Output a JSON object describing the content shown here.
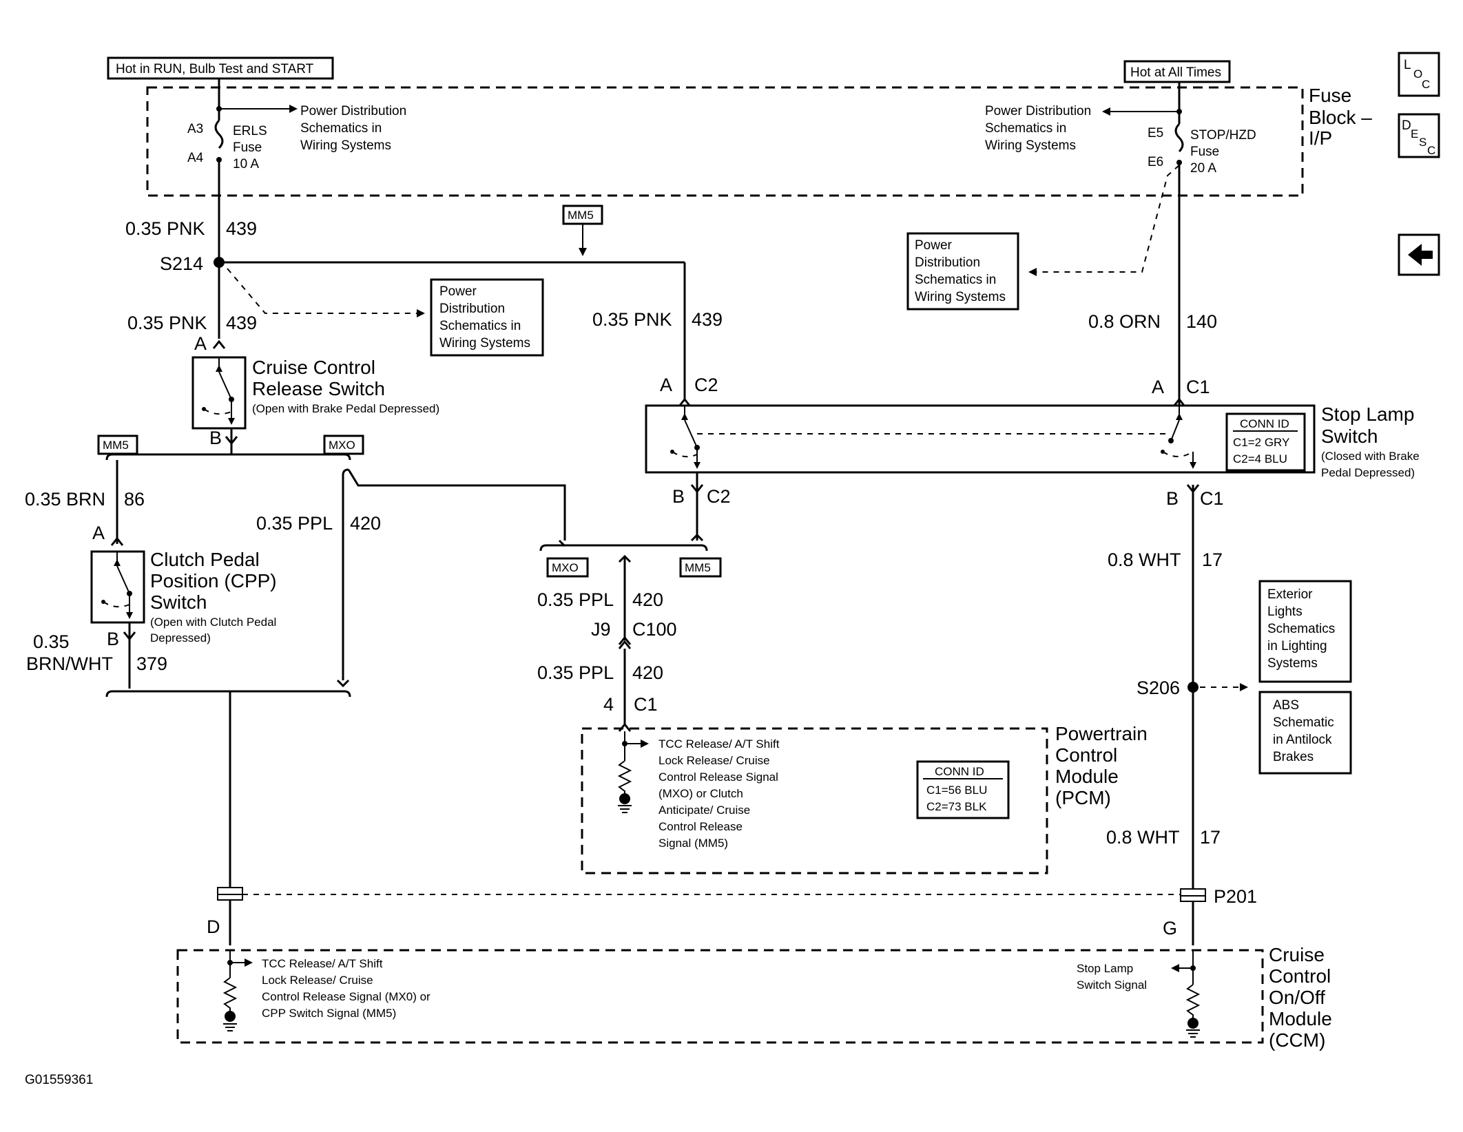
{
  "sources": {
    "left": "Hot in RUN, Bulb Test and START",
    "right": "Hot at All Times"
  },
  "fuse_block": {
    "title": [
      "Fuse",
      "Block –",
      "I/P"
    ],
    "erls": {
      "pin_top": "A3",
      "pin_bottom": "A4",
      "lines": [
        "ERLS",
        "Fuse",
        "10 A"
      ]
    },
    "stop_hzd": {
      "pin_top": "E5",
      "pin_bottom": "E6",
      "lines": [
        "STOP/HZD",
        "Fuse",
        "20 A"
      ]
    }
  },
  "nav_icons": {
    "loc": [
      "L",
      "O",
      "C"
    ],
    "desc": [
      "D",
      "E",
      "S",
      "C"
    ],
    "back": "back-arrow"
  },
  "ref_boxes": {
    "power_dist_1": [
      "Power Distribution",
      "Schematics in",
      "Wiring Systems"
    ],
    "power_dist_2": [
      "Power Distribution",
      "Schematics in",
      "Wiring Systems"
    ],
    "power_dist_3": [
      "Power",
      "Distribution",
      "Schematics in",
      "Wiring Systems"
    ],
    "power_dist_4": [
      "Power",
      "Distribution",
      "Schematics in",
      "Wiring Systems"
    ],
    "exterior_lights": [
      "Exterior",
      "Lights",
      "Schematics",
      "in Lighting",
      "Systems"
    ],
    "abs": [
      "ABS",
      "Schematic",
      "in Antilock",
      "Brakes"
    ]
  },
  "option_tags": {
    "mm5": "MM5",
    "mxo": "MXO"
  },
  "wires": {
    "pnk_top": {
      "gauge": "0.35 PNK",
      "circuit": "439"
    },
    "pnk_mid": {
      "gauge": "0.35 PNK",
      "circuit": "439"
    },
    "pnk_c2": {
      "gauge": "0.35 PNK",
      "circuit": "439"
    },
    "orn": {
      "gauge": "0.8 ORN",
      "circuit": "140"
    },
    "brn": {
      "gauge": "0.35 BRN",
      "circuit": "86"
    },
    "ppl_left": {
      "gauge": "0.35 PPL",
      "circuit": "420"
    },
    "brn_wht": {
      "gauge": [
        "0.35",
        "BRN/WHT"
      ],
      "circuit": "379"
    },
    "ppl_1": {
      "gauge": "0.35 PPL",
      "circuit": "420"
    },
    "ppl_2": {
      "gauge": "0.35 PPL",
      "circuit": "420"
    },
    "wht_1": {
      "gauge": "0.8 WHT",
      "circuit": "17"
    },
    "wht_2": {
      "gauge": "0.8 WHT",
      "circuit": "17"
    }
  },
  "splices": {
    "s214": "S214",
    "s206": "S206",
    "p201": "P201"
  },
  "pins": {
    "ccrs_a": "A",
    "ccrs_b": "B",
    "cpp_a": "A",
    "cpp_b": "B",
    "sls_a": "A",
    "sls_c2_top": "C2",
    "sls_a1": "A",
    "sls_c1_top": "C1",
    "sls_b": "B",
    "sls_c2_bot": "C2",
    "sls_b1": "B",
    "sls_c1_bot": "C1",
    "j9": "J9",
    "c100": "C100",
    "pcm_4": "4",
    "pcm_c1": "C1",
    "ccm_d": "D",
    "ccm_g": "G"
  },
  "components": {
    "ccrs": {
      "title": [
        "Cruise Control",
        "Release Switch"
      ],
      "note": "(Open with Brake Pedal Depressed)"
    },
    "cpp": {
      "title": [
        "Clutch Pedal",
        "Position (CPP)",
        "Switch"
      ],
      "note": [
        "(Open with Clutch Pedal",
        "Depressed)"
      ]
    },
    "stop_lamp": {
      "title": [
        "Stop Lamp",
        "Switch"
      ],
      "note": [
        "(Closed with Brake",
        "Pedal Depressed)"
      ],
      "conn_id": {
        "header": "CONN ID",
        "lines": [
          "C1=2 GRY",
          "C2=4 BLU"
        ]
      }
    },
    "pcm": {
      "title": [
        "Powertrain",
        "Control",
        "Module",
        "(PCM)"
      ],
      "signal": [
        "TCC Release/ A/T Shift",
        "Lock Release/ Cruise",
        "Control Release Signal",
        "(MXO) or Clutch",
        "Anticipate/ Cruise",
        "Control Release",
        "Signal (MM5)"
      ],
      "conn_id": {
        "header": "CONN ID",
        "lines": [
          "C1=56 BLU",
          "C2=73 BLK"
        ]
      }
    },
    "ccm": {
      "title": [
        "Cruise",
        "Control",
        "On/Off",
        "Module",
        "(CCM)"
      ],
      "signal_left": [
        "TCC Release/ A/T Shift",
        "Lock Release/ Cruise",
        "Control Release Signal (MX0) or",
        "CPP Switch Signal (MM5)"
      ],
      "signal_right": [
        "Stop Lamp",
        "Switch Signal"
      ]
    }
  },
  "figure_id": "G01559361"
}
